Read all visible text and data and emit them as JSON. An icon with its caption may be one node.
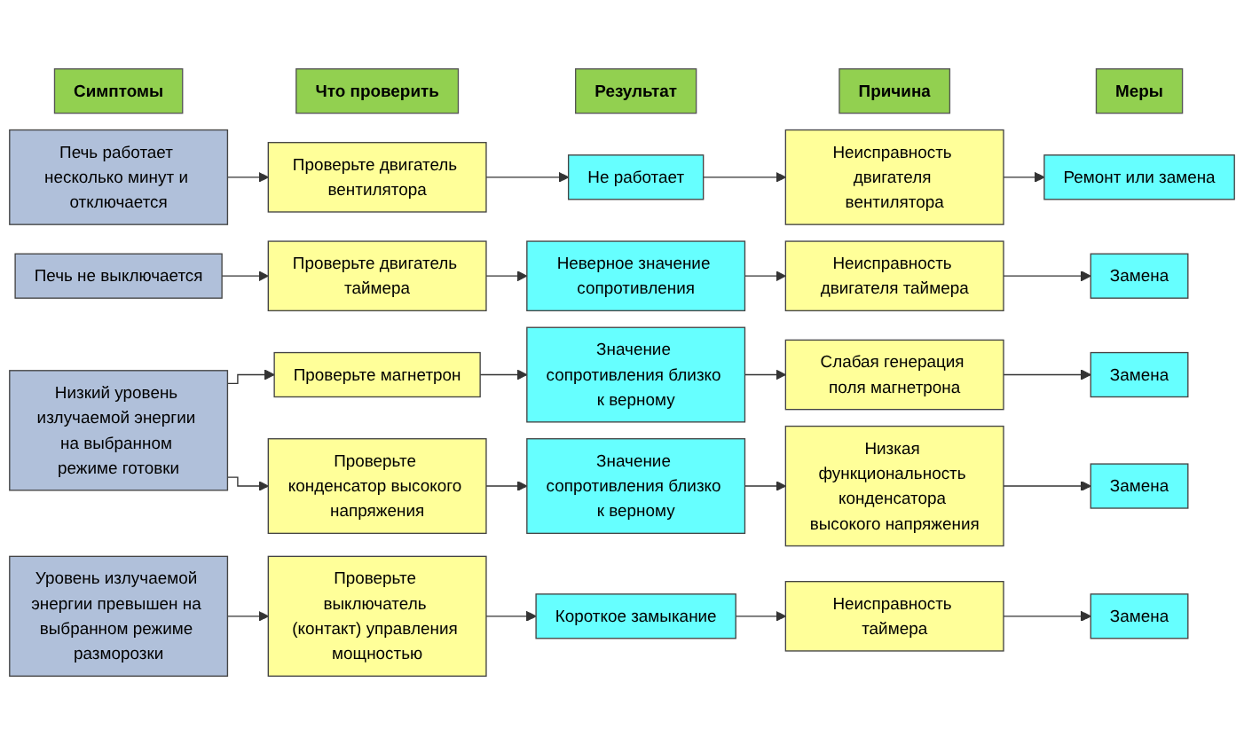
{
  "diagram": {
    "nodes": [
      {
        "text": [
          "Симптомы"
        ]
      },
      {
        "text": [
          "Что проверить"
        ]
      },
      {
        "text": [
          "Результат"
        ]
      },
      {
        "text": [
          "Причина"
        ]
      },
      {
        "text": [
          "Меры"
        ]
      },
      {
        "text": [
          "Печь работает несколько минут и отключается"
        ]
      },
      {
        "text": [
          "Проверьте двигатель вентилятора"
        ]
      },
      {
        "text": [
          "Не работает"
        ]
      },
      {
        "text": [
          "Неисправность двигателя вентилятора"
        ]
      },
      {
        "text": [
          "Ремонт или замена"
        ]
      },
      {
        "text": [
          "Печь не выключается"
        ]
      },
      {
        "text": [
          "Проверьте двигатель таймера"
        ]
      },
      {
        "text": [
          "Неверное значение сопротивления"
        ]
      },
      {
        "text": [
          "Неисправность двигателя таймера"
        ]
      },
      {
        "text": [
          "Замена"
        ]
      },
      {
        "text": [
          "Низкий уровень излучаемой энергии на выбранном режиме готовки"
        ]
      },
      {
        "text": [
          "Проверьте магнетрон"
        ]
      },
      {
        "text": [
          "Значение сопротивления близко к верному"
        ]
      },
      {
        "text": [
          "Слабая генерация поля магнетрона"
        ]
      },
      {
        "text": [
          "Замена"
        ]
      },
      {
        "text": [
          "Проверьте конденсатор высокого напряжения"
        ]
      },
      {
        "text": [
          "Значение сопротивления близко к верному"
        ]
      },
      {
        "text": [
          "Низкая функциональность конденсатора высокого напряжения"
        ]
      },
      {
        "text": [
          "Замена"
        ]
      },
      {
        "text": [
          "Уровень излучаемой энергии превышен на выбранном режиме разморозки"
        ]
      },
      {
        "text": [
          "Проверьте выключатель (контакт) управления мощностью"
        ]
      },
      {
        "text": [
          "Короткое замыкание"
        ]
      },
      {
        "text": [
          "Неисправность таймера"
        ]
      },
      {
        "text": [
          "Замена"
        ]
      }
    ],
    "edges": [
      {
        "from": 5,
        "to": 6,
        "arrow": "to"
      },
      {
        "from": 6,
        "to": 7,
        "arrow": "to"
      },
      {
        "from": 7,
        "to": 8,
        "arrow": "to"
      },
      {
        "from": 8,
        "to": 9,
        "arrow": "to"
      },
      {
        "from": 10,
        "to": 11,
        "arrow": "to"
      },
      {
        "from": 11,
        "to": 12,
        "arrow": "to"
      },
      {
        "from": 12,
        "to": 13,
        "arrow": "to"
      },
      {
        "from": 13,
        "to": 14,
        "arrow": "to"
      },
      {
        "from": 15,
        "to": 16,
        "arrow": "to"
      },
      {
        "from": 15,
        "to": 20,
        "arrow": "to"
      },
      {
        "from": 16,
        "to": 17,
        "arrow": "to"
      },
      {
        "from": 17,
        "to": 18,
        "arrow": "to"
      },
      {
        "from": 18,
        "to": 19,
        "arrow": "to"
      },
      {
        "from": 20,
        "to": 21,
        "arrow": "to"
      },
      {
        "from": 21,
        "to": 22,
        "arrow": "to"
      },
      {
        "from": 22,
        "to": 23,
        "arrow": "to"
      },
      {
        "from": 24,
        "to": 25,
        "arrow": "to"
      },
      {
        "from": 25,
        "to": 26,
        "arrow": "to"
      },
      {
        "from": 26,
        "to": 27,
        "arrow": "to"
      },
      {
        "from": 27,
        "to": 28,
        "arrow": "to"
      }
    ]
  }
}
